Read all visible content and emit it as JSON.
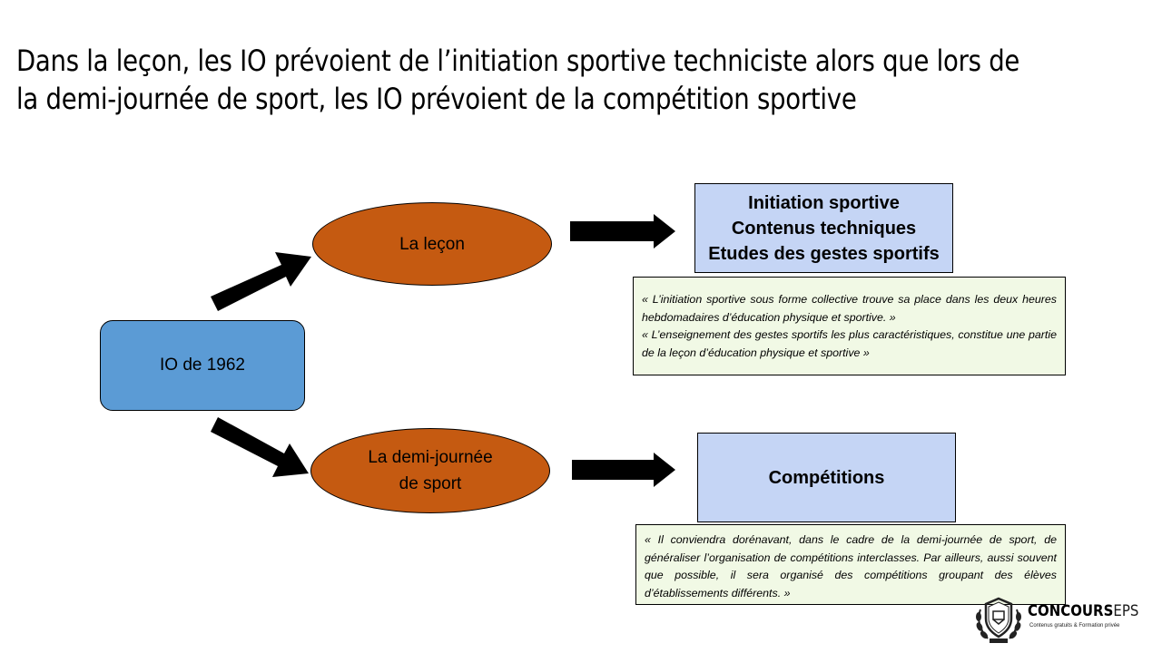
{
  "title": {
    "line1": "Dans la leçon, les IO prévoient de l’initiation sportive techniciste alors que lors de",
    "line2": "la demi-journée de sport, les IO prévoient de la compétition sportive"
  },
  "nodes": {
    "root": "IO de 1962",
    "lecon": "La leçon",
    "demi_line1": "La demi-journée",
    "demi_line2": "de sport"
  },
  "outcomes": {
    "lecon": [
      "Initiation sportive",
      "Contenus techniques",
      "Etudes des gestes sportifs"
    ],
    "demi": [
      "Compétitions"
    ]
  },
  "quotes": {
    "lecon_p1": "« L’initiation sportive sous forme collective trouve sa place dans les deux heures hebdomadaires d’éducation physique et sportive. »",
    "lecon_p2": "« L’enseignement des gestes sportifs les plus caractéristiques, constitue une partie de la leçon d’éducation physique et sportive »",
    "demi_p1": "« Il conviendra dorénavant, dans le cadre de la demi-journée de sport, de généraliser l’organisation de compétitions interclasses. Par ailleurs, aussi souvent que possible, il sera organisé des compétitions groupant des élèves d’établissements différents. »"
  },
  "logo": {
    "name_part1": "CONCOURS",
    "name_part2": "EPS",
    "tagline": "Contenus gratuits & Formation privée"
  },
  "colors": {
    "root_fill": "#5b9bd5",
    "ellipse_fill": "#c55a11",
    "outcome_fill": "#c5d5f5",
    "quote_fill": "#f1f9e5"
  }
}
